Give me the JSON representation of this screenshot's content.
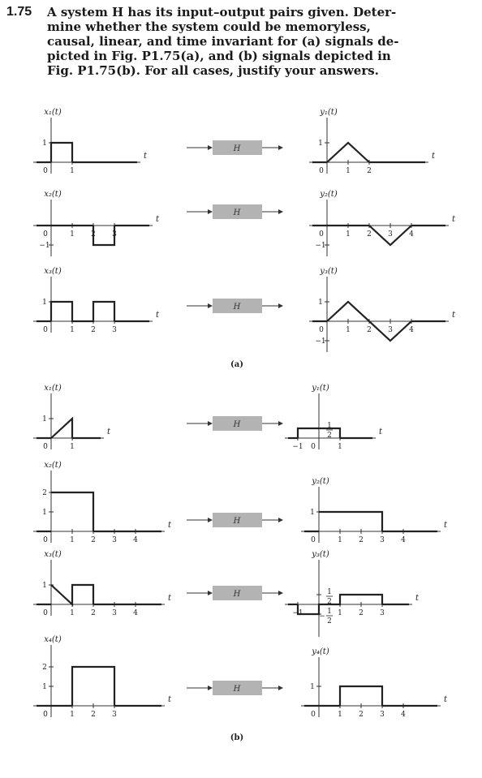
{
  "problem": {
    "number": "1.75",
    "lines": [
      "A system H has its input–output pairs given. Deter-",
      "mine whether the system could be memoryless,",
      "causal, linear, and time invariant for (a) signals de-",
      "picted in Fig. P1.75(a), and (b) signals depicted in",
      "Fig. P1.75(b). For all cases, justify your answers."
    ]
  },
  "system_label": "H",
  "time_label": "t",
  "captions": {
    "a": "(a)",
    "b": "(b)"
  },
  "figures": {
    "a": [
      {
        "input": {
          "name": "x₁(t)",
          "points": [
            [
              0,
              0
            ],
            [
              0,
              1
            ],
            [
              1,
              1
            ],
            [
              1,
              0
            ]
          ],
          "xlabels": [
            "0",
            "1"
          ],
          "ylabels": [
            "1"
          ]
        },
        "output": {
          "name": "y₁(t)",
          "points": [
            [
              0,
              0
            ],
            [
              1,
              1
            ],
            [
              2,
              0
            ]
          ],
          "xlabels": [
            "0",
            "1",
            "2"
          ],
          "ylabels": [
            "1"
          ]
        }
      },
      {
        "input": {
          "name": "x₂(t)",
          "points": [
            [
              2,
              0
            ],
            [
              2,
              -1
            ],
            [
              3,
              -1
            ],
            [
              3,
              0
            ]
          ],
          "xlabels": [
            "0",
            "1",
            "2",
            "3"
          ],
          "ylabels": [
            "-1"
          ]
        },
        "output": {
          "name": "y₂(t)",
          "points": [
            [
              2,
              0
            ],
            [
              3,
              -1
            ],
            [
              4,
              0
            ]
          ],
          "xlabels": [
            "0",
            "1",
            "2",
            "3",
            "4"
          ],
          "ylabels": [
            "-1"
          ]
        }
      },
      {
        "input": {
          "name": "x₃(t)",
          "points": [
            [
              0,
              0
            ],
            [
              0,
              1
            ],
            [
              1,
              1
            ],
            [
              1,
              0
            ],
            [
              2,
              0
            ],
            [
              2,
              1
            ],
            [
              3,
              1
            ],
            [
              3,
              0
            ]
          ],
          "xlabels": [
            "0",
            "1",
            "2",
            "3"
          ],
          "ylabels": [
            "1"
          ]
        },
        "output": {
          "name": "y₃(t)",
          "points": [
            [
              0,
              0
            ],
            [
              1,
              1
            ],
            [
              3,
              -1
            ],
            [
              4,
              0
            ]
          ],
          "xlabels": [
            "0",
            "1",
            "2",
            "3",
            "4"
          ],
          "ylabels": [
            "1",
            "-1"
          ]
        }
      }
    ],
    "b": [
      {
        "input": {
          "name": "x₁(t)",
          "points": [
            [
              0,
              0
            ],
            [
              1,
              1
            ],
            [
              1,
              0
            ]
          ],
          "xlabels": [
            "0",
            "1"
          ],
          "ylabels": [
            "1"
          ]
        },
        "output": {
          "name": "y₁(t)",
          "points": [
            [
              -1,
              0
            ],
            [
              -1,
              0.5
            ],
            [
              1,
              0.5
            ],
            [
              1,
              0
            ]
          ],
          "xlabels": [
            "-1",
            "0",
            "1"
          ],
          "ylabels": [
            "1/2"
          ]
        }
      },
      {
        "input": {
          "name": "x₂(t)",
          "points": [
            [
              0,
              2
            ],
            [
              2,
              2
            ],
            [
              2,
              0
            ]
          ],
          "xlabels": [
            "0",
            "1",
            "2",
            "3",
            "4"
          ],
          "ylabels": [
            "2",
            "1"
          ]
        },
        "output": {
          "name": "y₂(t)",
          "points": [
            [
              0,
              1
            ],
            [
              3,
              1
            ],
            [
              3,
              0
            ]
          ],
          "xlabels": [
            "0",
            "1",
            "2",
            "3",
            "4"
          ],
          "ylabels": [
            "1"
          ]
        }
      },
      {
        "input": {
          "name": "x₃(t)",
          "points": [
            [
              0,
              1
            ],
            [
              1,
              0
            ],
            [
              1,
              1
            ],
            [
              2,
              1
            ],
            [
              2,
              0
            ]
          ],
          "xlabels": [
            "0",
            "1",
            "2",
            "3",
            "4"
          ],
          "ylabels": [
            "1"
          ]
        },
        "output": {
          "name": "y₃(t)",
          "points": [
            [
              -1,
              0
            ],
            [
              -1,
              -0.5
            ],
            [
              0,
              -0.5
            ],
            [
              0,
              0
            ],
            [
              1,
              0
            ],
            [
              1,
              0.5
            ],
            [
              3,
              0.5
            ],
            [
              3,
              0
            ]
          ],
          "xlabels": [
            "-1",
            "1",
            "2",
            "3"
          ],
          "ylabels": [
            "1/2",
            "-1/2"
          ]
        }
      },
      {
        "input": {
          "name": "x₄(t)",
          "points": [
            [
              1,
              0
            ],
            [
              1,
              2
            ],
            [
              3,
              2
            ],
            [
              3,
              0
            ]
          ],
          "xlabels": [
            "0",
            "1",
            "2",
            "3"
          ],
          "ylabels": [
            "2",
            "1"
          ]
        },
        "output": {
          "name": "y₄(t)",
          "points": [
            [
              1,
              0
            ],
            [
              1,
              1
            ],
            [
              3,
              1
            ],
            [
              3,
              0
            ]
          ],
          "xlabels": [
            "0",
            "1",
            "2",
            "3",
            "4"
          ],
          "ylabels": [
            "1"
          ]
        }
      }
    ]
  }
}
